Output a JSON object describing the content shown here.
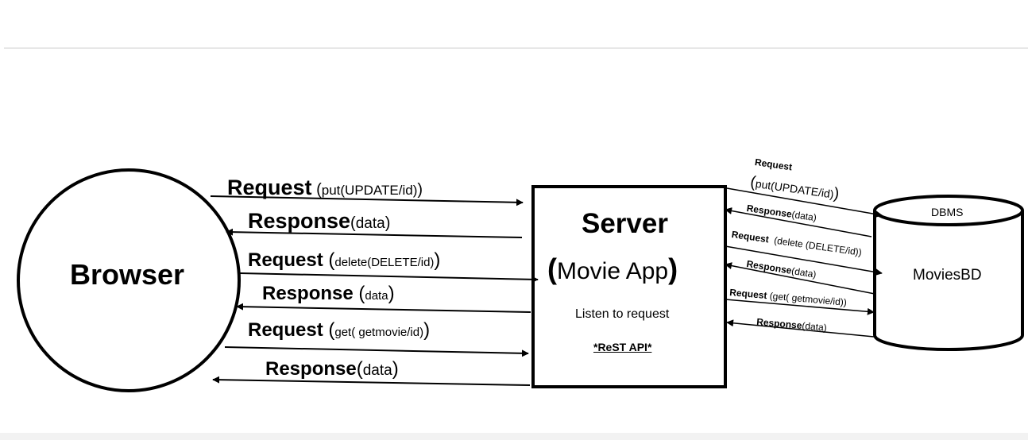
{
  "browser": {
    "label": "Browser"
  },
  "server": {
    "title": "Server",
    "subtitle_open": "(",
    "subtitle": "Movie App",
    "subtitle_close": ")",
    "listen": "Listen to request",
    "api": "*ReST API*"
  },
  "dbms": {
    "header": "DBMS",
    "name": "MoviesBD"
  },
  "browser_server_arrows": [
    {
      "bold": "Request",
      "open": " (",
      "detail": "put(UPDATE/id)",
      "close": ")"
    },
    {
      "bold": "Response",
      "open": "(",
      "detail": "data",
      "close": ")"
    },
    {
      "bold": "Request",
      "open": " (",
      "detail": "delete(DELETE/id)",
      "close": ")"
    },
    {
      "bold": "Response",
      "open": " (",
      "detail": "data",
      "close": ")"
    },
    {
      "bold": "Request",
      "open": " (",
      "detail": "get( getmovie/id)",
      "close": ")"
    },
    {
      "bold": "Response",
      "open": "(",
      "detail": "data",
      "close": ")"
    }
  ],
  "server_db_arrows": [
    {
      "bold": "Request",
      "open": "(",
      "detail": "put(UPDATE/id)",
      "close": ")"
    },
    {
      "bold": "Response",
      "detail": "(data)"
    },
    {
      "bold": "Request",
      "detail": "  (delete (DELETE/id))"
    },
    {
      "bold": "Response",
      "detail": "(data)"
    },
    {
      "bold": "Request",
      "detail": " (get( getmovie/id))"
    },
    {
      "bold": "Response",
      "detail": "(data)"
    }
  ],
  "colors": {
    "stroke": "#000000",
    "rule": "#c8c8c8"
  }
}
